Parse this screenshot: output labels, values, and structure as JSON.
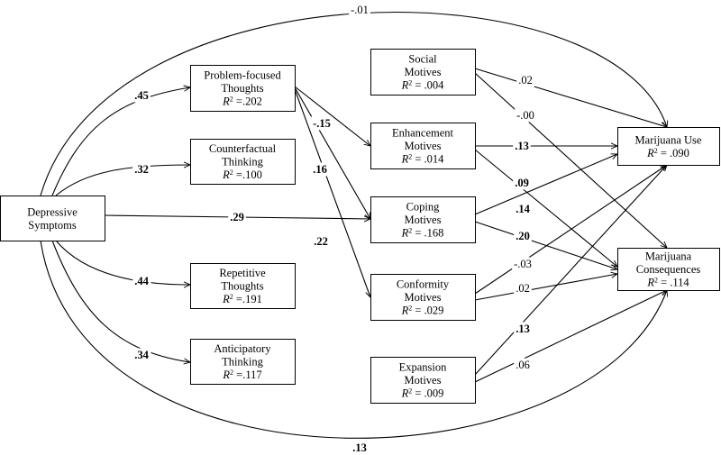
{
  "nodes": [
    {
      "id": "depressive",
      "lines": [
        "Depressive",
        "Symptoms"
      ],
      "r2": ""
    },
    {
      "id": "problem",
      "lines": [
        "Problem-focused",
        "Thoughts"
      ],
      "r2": " =.202"
    },
    {
      "id": "counterfactual",
      "lines": [
        "Counterfactual",
        "Thinking"
      ],
      "r2": " =.100"
    },
    {
      "id": "repetitive",
      "lines": [
        "Repetitive",
        "Thoughts"
      ],
      "r2": " =.191"
    },
    {
      "id": "anticipatory",
      "lines": [
        "Anticipatory",
        "Thinking"
      ],
      "r2": " =.117"
    },
    {
      "id": "social",
      "lines": [
        "Social",
        "Motives"
      ],
      "r2": " = .004"
    },
    {
      "id": "enhancement",
      "lines": [
        "Enhancement",
        "Motives"
      ],
      "r2": " = .014"
    },
    {
      "id": "coping",
      "lines": [
        "Coping",
        "Motives"
      ],
      "r2": " = .168"
    },
    {
      "id": "conformity",
      "lines": [
        "Conformity",
        "Motives"
      ],
      "r2": " = .029"
    },
    {
      "id": "expansion",
      "lines": [
        "Expansion",
        "Motives"
      ],
      "r2": " = .009"
    },
    {
      "id": "use",
      "lines": [
        "Marijuana Use"
      ],
      "r2": " =  .090"
    },
    {
      "id": "consequences",
      "lines": [
        "Marijuana",
        "Consequences"
      ],
      "r2": " =  .114"
    }
  ],
  "r2_symbol": "R",
  "r2_exponent": "2",
  "edges": [
    {
      "id": "dep-use",
      "from": "depressive",
      "to": "use",
      "coef": "-.01",
      "bold": false
    },
    {
      "id": "dep-problem",
      "from": "depressive",
      "to": "problem",
      "coef": ".45",
      "bold": true
    },
    {
      "id": "dep-counterfactual",
      "from": "depressive",
      "to": "counterfactual",
      "coef": ".32",
      "bold": true
    },
    {
      "id": "dep-coping",
      "from": "depressive",
      "to": "coping",
      "coef": ".29",
      "bold": true
    },
    {
      "id": "dep-repetitive",
      "from": "depressive",
      "to": "repetitive",
      "coef": ".44",
      "bold": true
    },
    {
      "id": "dep-anticipatory",
      "from": "depressive",
      "to": "anticipatory",
      "coef": ".34",
      "bold": true
    },
    {
      "id": "dep-consequences",
      "from": "depressive",
      "to": "consequences",
      "coef": ".13",
      "bold": true
    },
    {
      "id": "problem-enhancement",
      "from": "problem",
      "to": "enhancement",
      "coef": "-.15",
      "bold": true
    },
    {
      "id": "problem-coping",
      "from": "problem",
      "to": "coping",
      "coef": ".16",
      "bold": true
    },
    {
      "id": "problem-conformity",
      "from": "problem",
      "to": "conformity",
      "coef": ".22",
      "bold": true
    },
    {
      "id": "social-use",
      "from": "social",
      "to": "use",
      "coef": ".02",
      "bold": false
    },
    {
      "id": "social-consequences",
      "from": "social",
      "to": "consequences",
      "coef": "-.00",
      "bold": false
    },
    {
      "id": "enhancement-use",
      "from": "enhancement",
      "to": "use",
      "coef": ".13",
      "bold": true
    },
    {
      "id": "enhancement-consequences",
      "from": "enhancement",
      "to": "consequences",
      "coef": ".09",
      "bold": true
    },
    {
      "id": "coping-use",
      "from": "coping",
      "to": "use",
      "coef": ".14",
      "bold": true
    },
    {
      "id": "coping-consequences",
      "from": "coping",
      "to": "consequences",
      "coef": ".20",
      "bold": true
    },
    {
      "id": "conformity-use",
      "from": "conformity",
      "to": "use",
      "coef": "-.03",
      "bold": false
    },
    {
      "id": "conformity-consequences",
      "from": "conformity",
      "to": "consequences",
      "coef": ".02",
      "bold": false
    },
    {
      "id": "expansion-use",
      "from": "expansion",
      "to": "use",
      "coef": ".13",
      "bold": true
    },
    {
      "id": "expansion-consequences",
      "from": "expansion",
      "to": "consequences",
      "coef": ".06",
      "bold": false
    }
  ]
}
